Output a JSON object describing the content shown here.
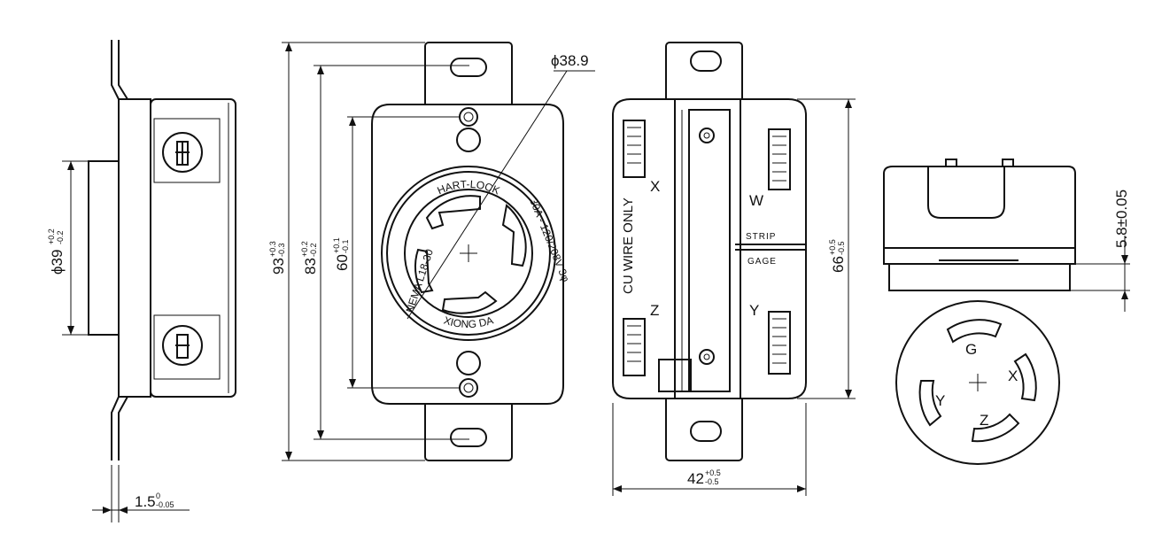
{
  "dimensions": {
    "base_thickness": {
      "value": "1.5",
      "upper": "0",
      "lower": "-0.05"
    },
    "diameter_side": {
      "value": "ϕ39",
      "upper": "+0.2",
      "lower": "-0.2"
    },
    "height_93": {
      "value": "93",
      "upper": "+0.3",
      "lower": "-0.3"
    },
    "height_83": {
      "value": "83",
      "upper": "+0.2",
      "lower": "-0.2"
    },
    "height_60": {
      "value": "60",
      "upper": "+0.1",
      "lower": "-0.1"
    },
    "diameter_face": {
      "value": "ϕ38.9"
    },
    "height_66": {
      "value": "66",
      "upper": "+0.5",
      "lower": "-0.5"
    },
    "width_42": {
      "value": "42",
      "upper": "+0.5",
      "lower": "-0.5"
    },
    "depth": {
      "value": "5.8±0.05"
    }
  },
  "front_face": {
    "ring_top": "HART-LOCK",
    "ring_right": "30A - 120/208V 3φ",
    "ring_bottom": "XIONG DA",
    "ring_left": "NEMA L18-30"
  },
  "rear_view": {
    "wire_note": "CU WIRE ONLY",
    "terminal_x": "X",
    "terminal_z": "Z",
    "terminal_w": "W",
    "terminal_y": "Y",
    "strip_label": "STRIP",
    "gage_label": "GAGE"
  },
  "plug_face": {
    "pin_g": "G",
    "pin_x": "X",
    "pin_y": "Y",
    "pin_z": "Z"
  }
}
